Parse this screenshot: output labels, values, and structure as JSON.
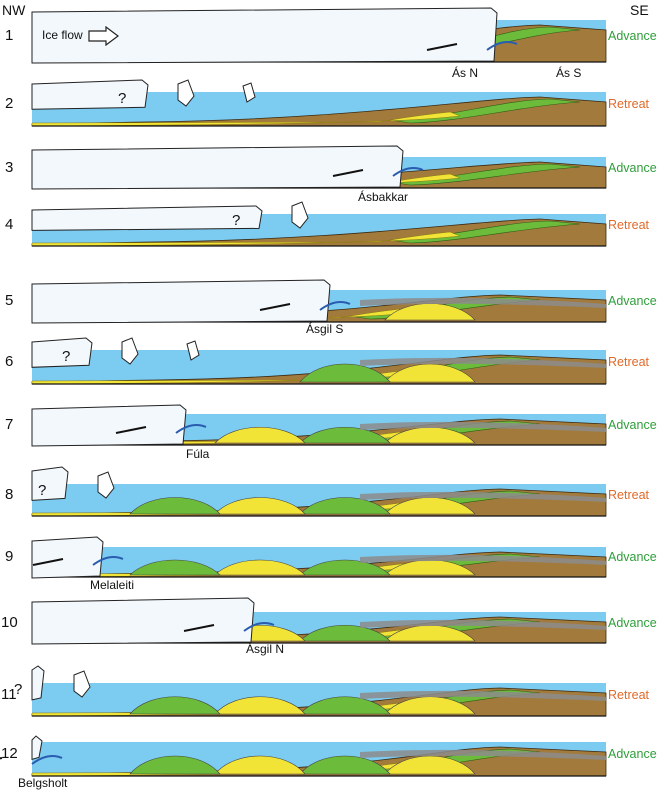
{
  "header": {
    "left": "NW",
    "right": "SE"
  },
  "colors": {
    "water": "#7ccbf0",
    "ice": "#f3f8fc",
    "bedrock": "#a27a3c",
    "sediment_yellow": "#f2e436",
    "sediment_green": "#6dbb3a",
    "grey_unit": "#8c8c8c",
    "advance": "#2e9e3a",
    "retreat": "#e06a2a",
    "arrow_blue": "#2a5db0"
  },
  "ice_flow_label": "Ice flow",
  "unknown_mark": "?",
  "panels": [
    {
      "number": "1",
      "status": "Advance",
      "labels": [
        "Ás N",
        "Ás S"
      ]
    },
    {
      "number": "2",
      "status": "Retreat",
      "labels": []
    },
    {
      "number": "3",
      "status": "Advance",
      "labels": [
        "Ásbakkar"
      ]
    },
    {
      "number": "4",
      "status": "Retreat",
      "labels": []
    },
    {
      "number": "5",
      "status": "Advance",
      "labels": [
        "Ásgil S"
      ]
    },
    {
      "number": "6",
      "status": "Retreat",
      "labels": []
    },
    {
      "number": "7",
      "status": "Advance",
      "labels": [
        "Fúla"
      ]
    },
    {
      "number": "8",
      "status": "Retreat",
      "labels": []
    },
    {
      "number": "9",
      "status": "Advance",
      "labels": [
        "Melaleiti"
      ]
    },
    {
      "number": "10",
      "status": "Advance",
      "labels": [
        "Ásgil N"
      ]
    },
    {
      "number": "11",
      "status": "Retreat",
      "labels": []
    },
    {
      "number": "12",
      "status": "Advance",
      "labels": [
        "Belgsholt"
      ]
    }
  ]
}
